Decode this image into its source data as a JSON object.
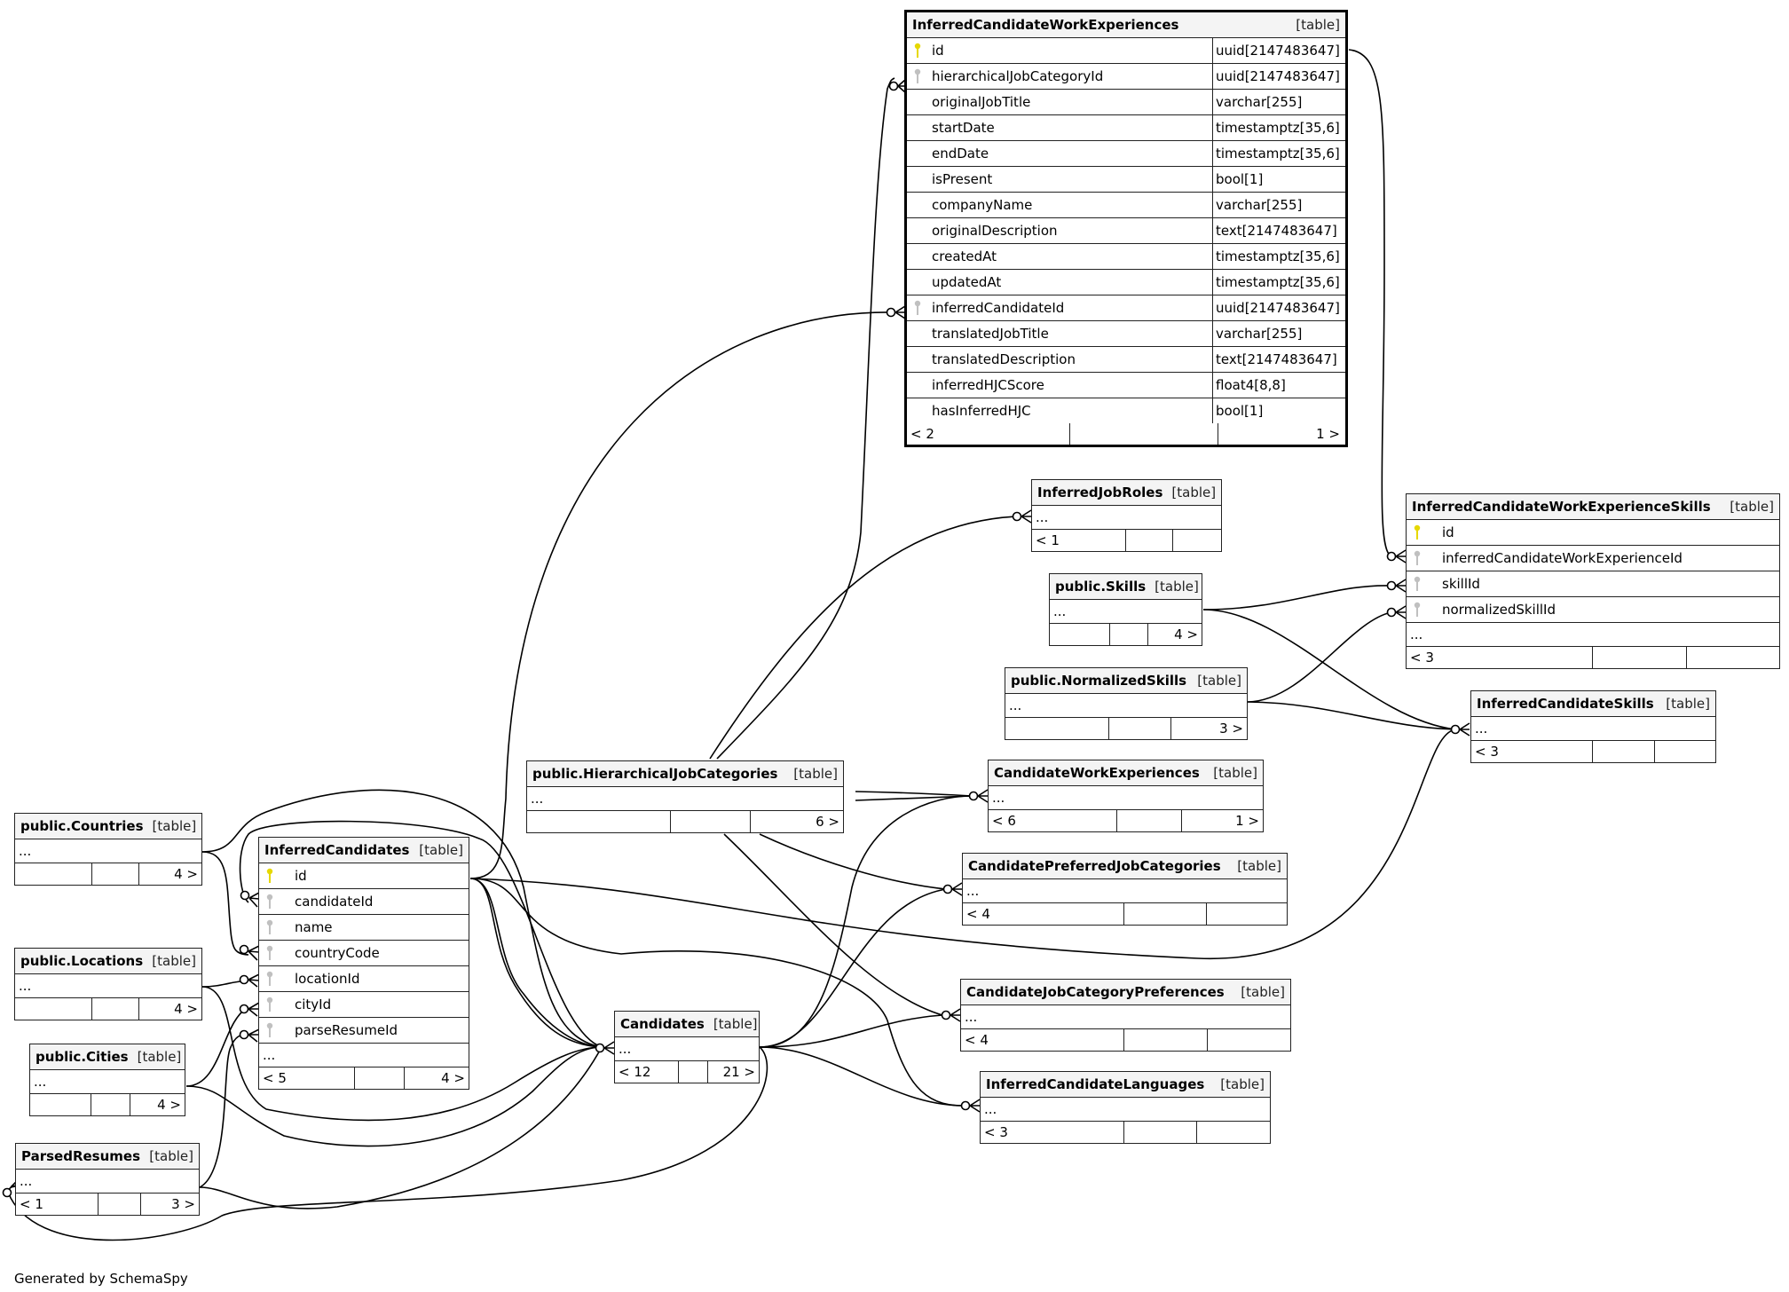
{
  "footer": "Generated by SchemaSpy",
  "colors": {
    "primary_key": "#e6d800",
    "foreign_key": "#c0c0c0",
    "header_bg": "#f4f4f4",
    "line": "#000000"
  },
  "tables": {
    "icwe": {
      "name": "InferredCandidateWorkExperiences",
      "kind": "[table]",
      "columns": [
        {
          "name": "id",
          "type": "uuid[2147483647]",
          "key": "primary-key"
        },
        {
          "name": "hierarchicalJobCategoryId",
          "type": "uuid[2147483647]",
          "key": "foreign-key"
        },
        {
          "name": "originalJobTitle",
          "type": "varchar[255]",
          "key": ""
        },
        {
          "name": "startDate",
          "type": "timestamptz[35,6]",
          "key": ""
        },
        {
          "name": "endDate",
          "type": "timestamptz[35,6]",
          "key": ""
        },
        {
          "name": "isPresent",
          "type": "bool[1]",
          "key": ""
        },
        {
          "name": "companyName",
          "type": "varchar[255]",
          "key": ""
        },
        {
          "name": "originalDescription",
          "type": "text[2147483647]",
          "key": ""
        },
        {
          "name": "createdAt",
          "type": "timestamptz[35,6]",
          "key": ""
        },
        {
          "name": "updatedAt",
          "type": "timestamptz[35,6]",
          "key": ""
        },
        {
          "name": "inferredCandidateId",
          "type": "uuid[2147483647]",
          "key": "foreign-key"
        },
        {
          "name": "translatedJobTitle",
          "type": "varchar[255]",
          "key": ""
        },
        {
          "name": "translatedDescription",
          "type": "text[2147483647]",
          "key": ""
        },
        {
          "name": "inferredHJCScore",
          "type": "float4[8,8]",
          "key": ""
        },
        {
          "name": "hasInferredHJC",
          "type": "bool[1]",
          "key": ""
        }
      ],
      "footer": [
        "< 2",
        "",
        "1 >"
      ]
    },
    "ijr": {
      "name": "InferredJobRoles",
      "kind": "[table]",
      "ellipsis": "...",
      "footer": [
        "< 1",
        "",
        ""
      ]
    },
    "skills": {
      "name": "public.Skills",
      "kind": "[table]",
      "ellipsis": "...",
      "footer": [
        "",
        "",
        "4 >"
      ]
    },
    "nskills": {
      "name": "public.NormalizedSkills",
      "kind": "[table]",
      "ellipsis": "...",
      "footer": [
        "",
        "",
        "3 >"
      ]
    },
    "icwes": {
      "name": "InferredCandidateWorkExperienceSkills",
      "kind": "[table]",
      "columns": [
        {
          "name": "id",
          "key": "primary-key"
        },
        {
          "name": "inferredCandidateWorkExperienceId",
          "key": "foreign-key"
        },
        {
          "name": "skillId",
          "key": "foreign-key"
        },
        {
          "name": "normalizedSkillId",
          "key": "foreign-key"
        }
      ],
      "ellipsis": "...",
      "footer": [
        "< 3",
        "",
        ""
      ]
    },
    "ics": {
      "name": "InferredCandidateSkills",
      "kind": "[table]",
      "ellipsis": "...",
      "footer": [
        "< 3",
        "",
        ""
      ]
    },
    "hjc": {
      "name": "public.HierarchicalJobCategories",
      "kind": "[table]",
      "ellipsis": "...",
      "footer": [
        "",
        "",
        "6 >"
      ]
    },
    "cwe": {
      "name": "CandidateWorkExperiences",
      "kind": "[table]",
      "ellipsis": "...",
      "footer": [
        "< 6",
        "",
        "1 >"
      ]
    },
    "cpjc": {
      "name": "CandidatePreferredJobCategories",
      "kind": "[table]",
      "ellipsis": "...",
      "footer": [
        "< 4",
        "",
        ""
      ]
    },
    "cjcp": {
      "name": "CandidateJobCategoryPreferences",
      "kind": "[table]",
      "ellipsis": "...",
      "footer": [
        "< 4",
        "",
        ""
      ]
    },
    "icl": {
      "name": "InferredCandidateLanguages",
      "kind": "[table]",
      "ellipsis": "...",
      "footer": [
        "< 3",
        "",
        ""
      ]
    },
    "cand": {
      "name": "Candidates",
      "kind": "[table]",
      "ellipsis": "...",
      "footer": [
        "< 12",
        "",
        "21 >"
      ]
    },
    "ic": {
      "name": "InferredCandidates",
      "kind": "[table]",
      "columns": [
        {
          "name": "id",
          "key": "primary-key"
        },
        {
          "name": "candidateId",
          "key": "foreign-key"
        },
        {
          "name": "name",
          "key": "foreign-key"
        },
        {
          "name": "countryCode",
          "key": "foreign-key"
        },
        {
          "name": "locationId",
          "key": "foreign-key"
        },
        {
          "name": "cityId",
          "key": "foreign-key"
        },
        {
          "name": "parseResumeId",
          "key": "foreign-key"
        }
      ],
      "ellipsis": "...",
      "footer": [
        "< 5",
        "",
        "4 >"
      ]
    },
    "countries": {
      "name": "public.Countries",
      "kind": "[table]",
      "ellipsis": "...",
      "footer": [
        "",
        "",
        "4 >"
      ]
    },
    "locations": {
      "name": "public.Locations",
      "kind": "[table]",
      "ellipsis": "...",
      "footer": [
        "",
        "",
        "4 >"
      ]
    },
    "cities": {
      "name": "public.Cities",
      "kind": "[table]",
      "ellipsis": "...",
      "footer": [
        "",
        "",
        "4 >"
      ]
    },
    "pr": {
      "name": "ParsedResumes",
      "kind": "[table]",
      "ellipsis": "...",
      "footer": [
        "< 1",
        "",
        "3 >"
      ]
    }
  },
  "relationships": [
    {
      "from": "public.HierarchicalJobCategories",
      "to": "InferredCandidateWorkExperiences.hierarchicalJobCategoryId"
    },
    {
      "from": "InferredCandidates.id",
      "to": "InferredCandidateWorkExperiences.inferredCandidateId"
    },
    {
      "from": "InferredCandidateWorkExperiences.id",
      "to": "InferredCandidateWorkExperienceSkills.inferredCandidateWorkExperienceId"
    },
    {
      "from": "public.HierarchicalJobCategories",
      "to": "InferredJobRoles"
    },
    {
      "from": "public.Skills",
      "to": "InferredCandidateWorkExperienceSkills.skillId"
    },
    {
      "from": "public.NormalizedSkills",
      "to": "InferredCandidateWorkExperienceSkills.normalizedSkillId"
    },
    {
      "from": "public.Skills",
      "to": "InferredCandidateSkills"
    },
    {
      "from": "public.NormalizedSkills",
      "to": "InferredCandidateSkills"
    },
    {
      "from": "InferredCandidates.id",
      "to": "InferredCandidateSkills"
    },
    {
      "from": "public.HierarchicalJobCategories",
      "to": "CandidateWorkExperiences"
    },
    {
      "from": "Candidates",
      "to": "CandidateWorkExperiences"
    },
    {
      "from": "public.HierarchicalJobCategories",
      "to": "CandidatePreferredJobCategories"
    },
    {
      "from": "Candidates",
      "to": "CandidatePreferredJobCategories"
    },
    {
      "from": "public.HierarchicalJobCategories",
      "to": "CandidateJobCategoryPreferences"
    },
    {
      "from": "Candidates",
      "to": "CandidateJobCategoryPreferences"
    },
    {
      "from": "InferredCandidates.id",
      "to": "InferredCandidateLanguages"
    },
    {
      "from": "Candidates",
      "to": "InferredCandidateLanguages"
    },
    {
      "from": "Candidates",
      "to": "InferredCandidates.candidateId"
    },
    {
      "from": "public.Countries",
      "to": "InferredCandidates.countryCode"
    },
    {
      "from": "public.Locations",
      "to": "InferredCandidates.locationId"
    },
    {
      "from": "public.Cities",
      "to": "InferredCandidates.cityId"
    },
    {
      "from": "ParsedResumes",
      "to": "InferredCandidates.parseResumeId"
    },
    {
      "from": "public.Countries",
      "to": "Candidates"
    },
    {
      "from": "public.Locations",
      "to": "Candidates"
    },
    {
      "from": "public.Cities",
      "to": "Candidates"
    },
    {
      "from": "ParsedResumes",
      "to": "Candidates"
    },
    {
      "from": "InferredCandidates.id",
      "to": "Candidates"
    },
    {
      "from": "Candidates",
      "to": "ParsedResumes"
    }
  ]
}
